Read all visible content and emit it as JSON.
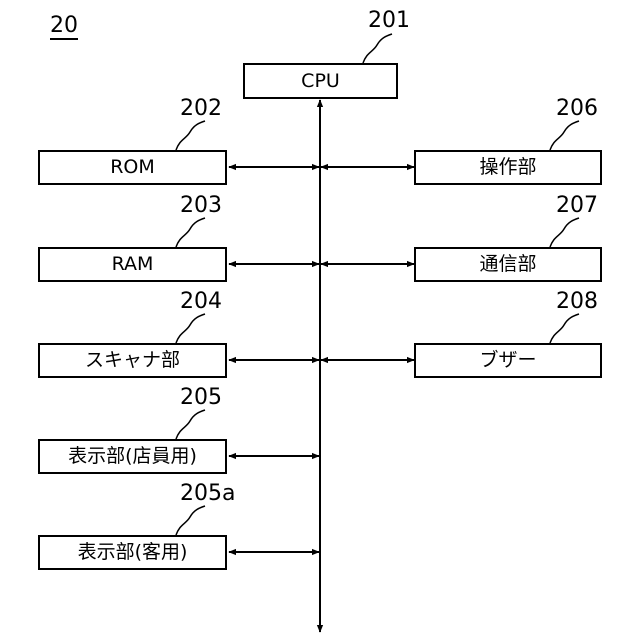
{
  "figure_label": "20",
  "cpu": {
    "label": "CPU",
    "ref": "201"
  },
  "left_blocks": [
    {
      "label": "ROM",
      "ref": "202"
    },
    {
      "label": "RAM",
      "ref": "203"
    },
    {
      "label": "スキャナ部",
      "ref": "204"
    },
    {
      "label": "表示部(店員用)",
      "ref": "205"
    },
    {
      "label": "表示部(客用)",
      "ref": "205a"
    }
  ],
  "right_blocks": [
    {
      "label": "操作部",
      "ref": "206"
    },
    {
      "label": "通信部",
      "ref": "207"
    },
    {
      "label": "ブザー",
      "ref": "208"
    }
  ]
}
